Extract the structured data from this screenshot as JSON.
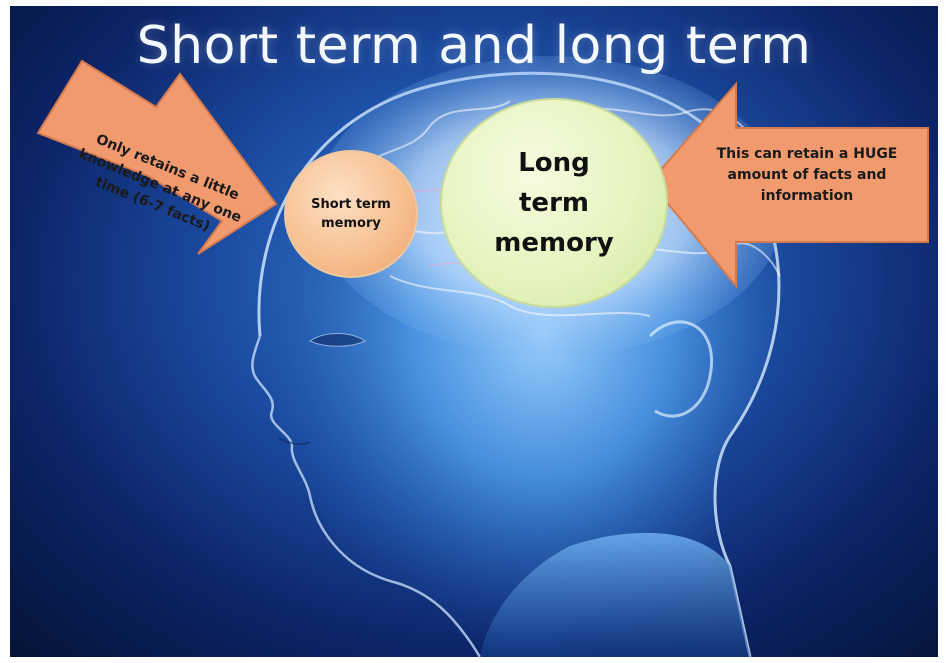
{
  "slide": {
    "title": "Short term and long term"
  },
  "circles": {
    "short_term": {
      "line1": "Short term",
      "line2": "memory"
    },
    "long_term": {
      "line1": "Long",
      "line2": "term",
      "line3": "memory"
    }
  },
  "callouts": {
    "left_arrow": {
      "line1": "Only retains a little",
      "line2": "knowledge at any one",
      "line3": "time  (6-7 facts)"
    },
    "right_arrow": {
      "line1": "This can retain a HUGE",
      "line2": "amount of facts and",
      "line3": "information"
    }
  },
  "colors": {
    "background": "#1d4fa6",
    "arrow_fill": "#f09a6e",
    "short_circle_fill": "#f6be8e",
    "long_circle_fill": "#e6f4bf",
    "title_text": "#f4f9ff"
  }
}
